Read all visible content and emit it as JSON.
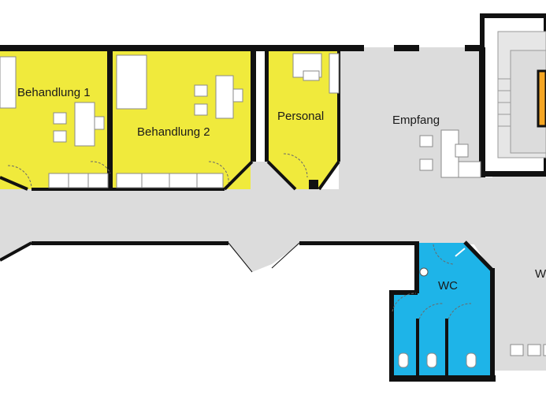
{
  "rooms": {
    "behandlung1": {
      "label": "Behandlung 1",
      "color": "#f0ea3c"
    },
    "behandlung2": {
      "label": "Behandlung 2",
      "color": "#f0ea3c"
    },
    "personal": {
      "label": "Personal",
      "color": "#f0ea3c"
    },
    "empfang": {
      "label": "Empfang",
      "color": "#dcdcdc"
    },
    "wc": {
      "label": "WC",
      "color": "#1eb4e8"
    },
    "warte_partial": {
      "label": "W",
      "color": "#dcdcdc"
    }
  },
  "colors": {
    "corridor": "#dcdcdc",
    "wall": "#111111",
    "stair_accent": "#f5a623",
    "background": "#ffffff"
  }
}
